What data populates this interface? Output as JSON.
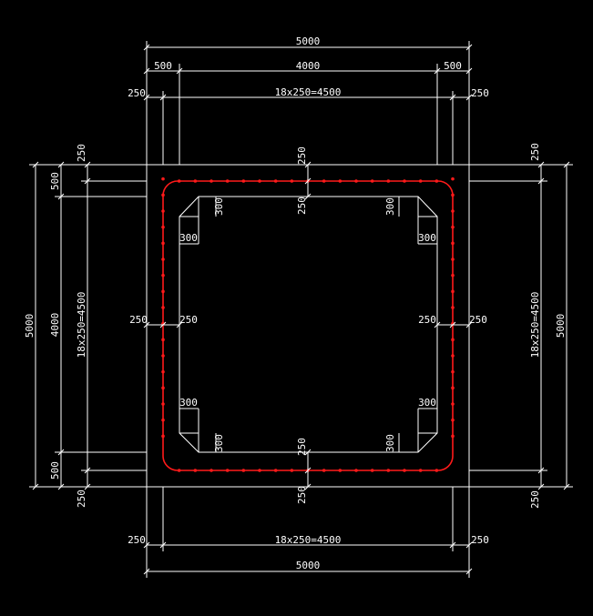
{
  "drawing": {
    "background": "#000000",
    "line_color": "#ffffff",
    "rebar_color": "#ff1a1a",
    "labels": {
      "total": "5000",
      "edge_500": "500",
      "mid_4000": "4000",
      "edge_250": "250",
      "rebar_spacing": "18x250=4500",
      "haunch_300": "300"
    }
  }
}
